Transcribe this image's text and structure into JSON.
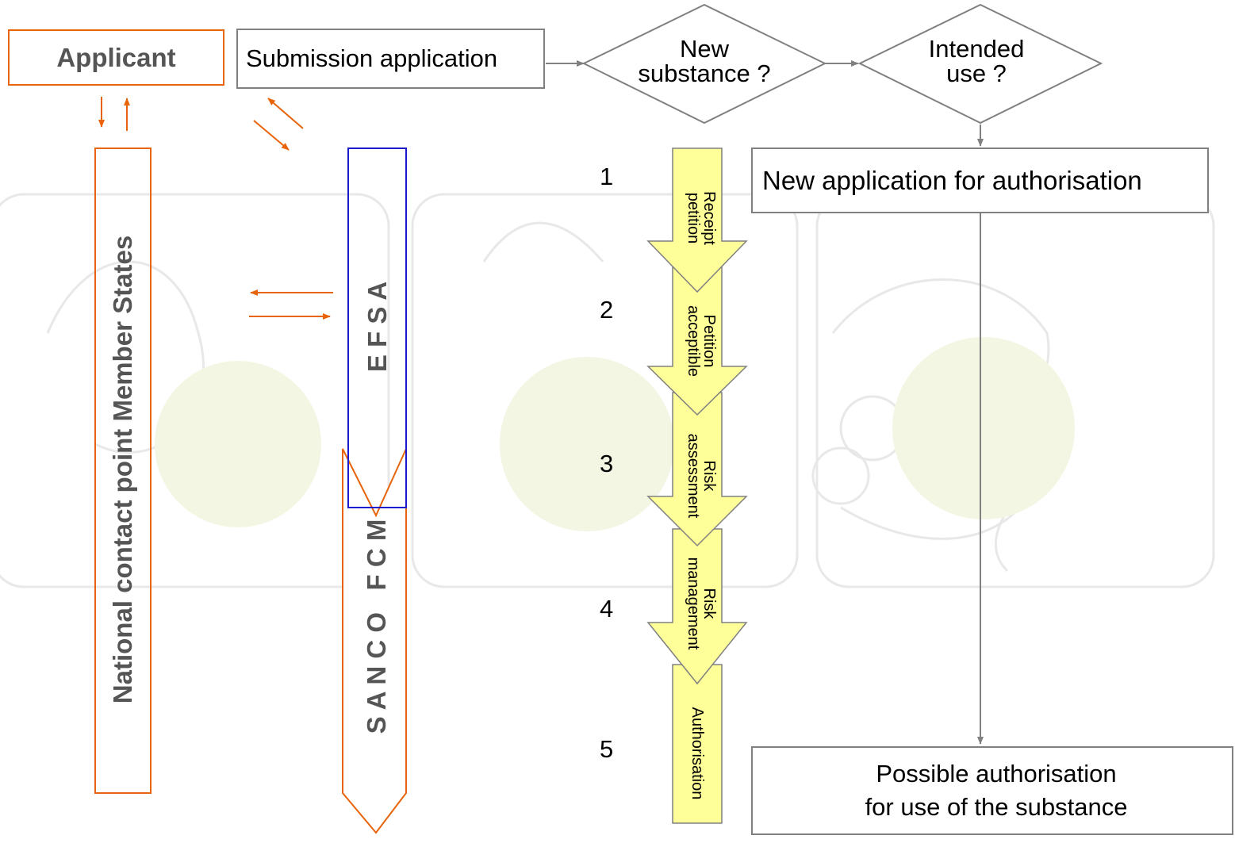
{
  "applicant": "Applicant",
  "submission": "Submission application",
  "decision_new_substance": [
    "New",
    "substance ?"
  ],
  "decision_intended_use": [
    "Intended",
    "use ?"
  ],
  "new_application": "New application for authorisation",
  "possible_authorisation": [
    "Possible authorisation",
    "for use of the substance"
  ],
  "national_contact": "National contact point Member States",
  "efsa": "E F S A",
  "sanco": "S A N C O   F C M",
  "steps": [
    {
      "num": "1",
      "label": [
        "Receipt",
        "petition"
      ]
    },
    {
      "num": "2",
      "label": [
        "Petition",
        "acceptible"
      ]
    },
    {
      "num": "3",
      "label": [
        "Risk",
        "assessment"
      ]
    },
    {
      "num": "4",
      "label": [
        "Risk",
        "management"
      ]
    },
    {
      "num": "5",
      "label": [
        "Authorisation"
      ]
    }
  ],
  "colors": {
    "orange": "#e8640a",
    "blue": "#1a1acc",
    "yellow": "#ffff99",
    "grey_line": "#808080",
    "watermark": "#e6e6e6",
    "watermark_green": "#f3f5e2"
  }
}
